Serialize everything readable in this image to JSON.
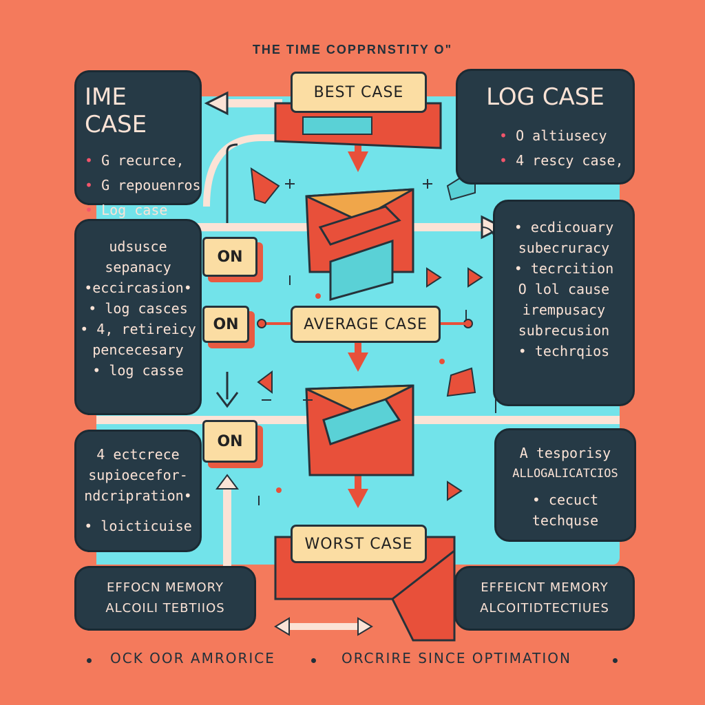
{
  "title": "THE TIME COPPRNSTITY O\"",
  "panels": {
    "time_case": {
      "heading": "IME CASE",
      "items": [
        "G recurce,",
        "G repouenros",
        "Log case"
      ]
    },
    "log_case": {
      "heading": "LOG CASE",
      "items": [
        "O altiusecy",
        "4 rescy case,"
      ]
    },
    "left_mid": {
      "lines": [
        "udsusce",
        "sepanacy",
        "•eccircasion•",
        "• log casces",
        "• 4, retireicy",
        "pencecesary",
        "• log casse"
      ]
    },
    "right_mid": {
      "lines": [
        "• ecdicouary",
        "subecruracy",
        "• tecrcition",
        "O lol cause",
        "irempusacy",
        "subrecusion",
        "• techrqios"
      ]
    },
    "left_low": {
      "lines": [
        "4 ectcrece",
        "supioecefor-",
        "ndcripration•",
        "• loicticuise"
      ]
    },
    "right_low": {
      "lines": [
        "A tesporisy",
        "ALLOGALICATCIOS",
        "• cecuct",
        "techquse"
      ]
    },
    "left_bottom": {
      "lines": [
        "EFFOCN MEMORY",
        "ALCOILI TEBTIIOS"
      ]
    },
    "right_bottom": {
      "lines": [
        "EFFEICNT MEMORY",
        "ALCOITIDTECTIUES"
      ]
    }
  },
  "flow": {
    "best": "BEST CASE",
    "average": "AVERAGE CASE",
    "worst": "WORST CASE",
    "on1": "ON",
    "on2": "ON",
    "on3": "ON"
  },
  "footer": {
    "left": "OCK OOR AMRORICE",
    "right": "ORCRIRE SINCE OPTIMATION"
  },
  "colors": {
    "background": "#f47a5c",
    "panel": "#263a46",
    "cyan": "#72e3ea",
    "box": "#fbdda3",
    "red": "#e8503a"
  }
}
